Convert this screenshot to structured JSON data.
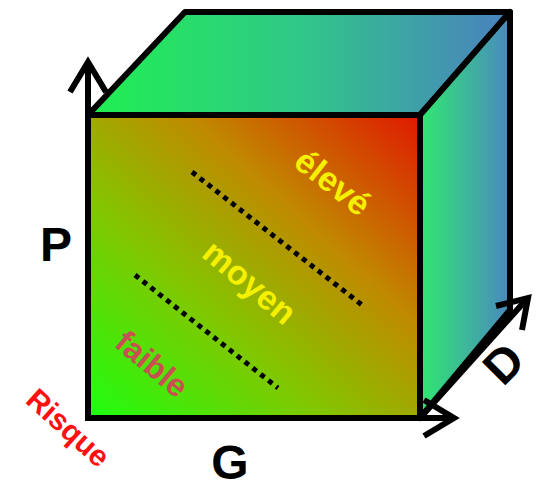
{
  "diagram": {
    "labels": [
      "élevé",
      "moyen",
      "faible",
      "P",
      "Risque",
      "G",
      "D"
    ]
  }
}
